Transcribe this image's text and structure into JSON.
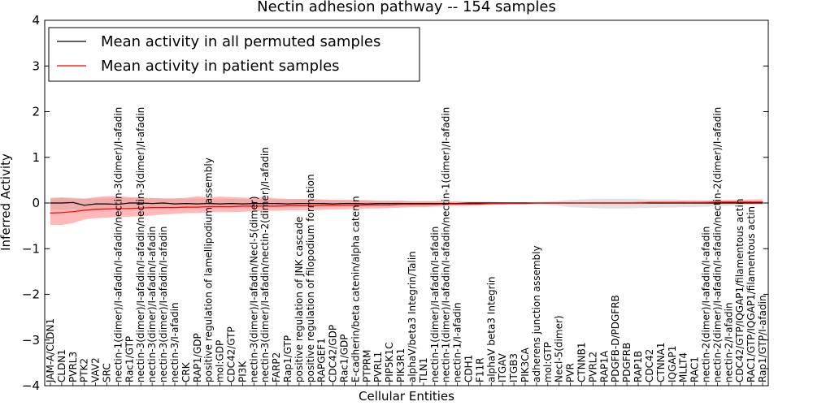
{
  "chart_data": {
    "type": "line",
    "title": "Nectin adhesion pathway -- 154 samples",
    "xlabel": "Cellular Entities",
    "ylabel": "Inferred Activity",
    "ylim": [
      -4,
      4
    ],
    "yticks": [
      -4,
      -3,
      -2,
      -1,
      0,
      1,
      2,
      3,
      4
    ],
    "grid": false,
    "legend_position": "top-left",
    "categories": [
      "JAM-A/CLDN1",
      "CLDN1",
      "PVRL3",
      "PTK2",
      "VAV2",
      "SRC",
      "nectin-1(dimer)/I-afadin/I-afadin/nectin-3(dimer)/I-afadin",
      "Rac1/GTP",
      "nectin-3(dimer)/I-afadin/I-afadin/nectin-3(dimer)/I-afadin",
      "nectin-3(dimer)/I-afadin/I-afadin",
      "nectin-3(dimer)/I-afadin/I-afadin",
      "nectin-3/I-afadin",
      "CRK",
      "RAP1/GDP",
      "positive regulation of lamellipodium assembly",
      "mol:GDP",
      "CDC42/GTP",
      "PI3K",
      "nectin-3(dimer)/I-afadin/Necl-5(dimer)",
      "nectin-3(dimer)/I-afadin/nectin-2(dimer)/I-afadin",
      "FARP2",
      "Rap1/GTP",
      "positive regulation of JNK cascade",
      "positive regulation of filopodium formation",
      "RAPGEF1",
      "CDC42/GDP",
      "Rac1/GDP",
      "E-cadherin/beta catenin/alpha catenin",
      "PTPRM",
      "PVRL1",
      "PIP5K1C",
      "PIK3R1",
      "alphaV/beta3 Integrin/Talin",
      "TLN1",
      "nectin-1(dimer)/I-afadin/I-afadin",
      "nectin-1(dimer)/I-afadin/I-afadin/nectin-1(dimer)/I-afadin",
      "nectin-1/I-afadin",
      "CDH1",
      "F11R",
      "alphaV beta3 Integrin",
      "ITGAV",
      "ITGB3",
      "PIK3CA",
      "adherens junction assembly",
      "mol:GTP",
      "Necl-5(dimer)",
      "PVR",
      "CTNNB1",
      "PVRL2",
      "RAP1A",
      "PDGFB-D/PDGFRB",
      "PDGFRB",
      "RAP1B",
      "CDC42",
      "CTNNA1",
      "IQGAP1",
      "MLLT4",
      "RAC1",
      "nectin-2(dimer)/I-afadin/I-afadin",
      "nectin-2(dimer)/I-afadin/I-afadin/nectin-2(dimer)/I-afadin",
      "nectin-2/I-afadin",
      "CDC42/GTP/IQGAP1/filamentous actin",
      "RAC1/GTP/IQGAP1/filamentous actin",
      "Rap1/GTP/I-afadin"
    ],
    "series": [
      {
        "name": "Mean activity in all permuted samples",
        "color": "#000000",
        "band_color": "#c8c8c8",
        "values": [
          0,
          0,
          0.01,
          -0.05,
          -0.02,
          -0.02,
          -0.03,
          0,
          0,
          -0.01,
          0,
          -0.02,
          -0.01,
          -0.02,
          -0.01,
          -0.02,
          -0.01,
          -0.02,
          -0.01,
          -0.01,
          -0.01,
          -0.02,
          -0.01,
          -0.01,
          -0.01,
          -0.02,
          -0.01,
          -0.01,
          -0.02,
          -0.01,
          -0.01,
          -0.01,
          -0.01,
          -0.01,
          -0.01,
          -0.01,
          -0.01,
          0,
          0,
          0,
          0,
          0,
          0,
          0,
          0,
          0,
          0,
          0,
          0,
          0,
          0,
          0,
          0,
          0,
          0,
          0,
          0,
          0,
          0,
          0,
          0,
          0,
          0,
          0
        ],
        "lower": [
          -0.15,
          -0.15,
          -0.13,
          -0.17,
          -0.16,
          -0.16,
          -0.16,
          -0.14,
          -0.13,
          -0.13,
          -0.12,
          -0.12,
          -0.12,
          -0.12,
          -0.11,
          -0.11,
          -0.11,
          -0.11,
          -0.1,
          -0.1,
          -0.1,
          -0.1,
          -0.1,
          -0.09,
          -0.09,
          -0.09,
          -0.08,
          -0.08,
          -0.08,
          -0.07,
          -0.07,
          -0.07,
          -0.06,
          -0.06,
          -0.06,
          -0.05,
          -0.05,
          -0.04,
          -0.04,
          -0.04,
          -0.03,
          -0.03,
          -0.03,
          -0.03,
          -0.04,
          -0.06,
          -0.09,
          -0.1,
          -0.11,
          -0.12,
          -0.12,
          -0.12,
          -0.11,
          -0.11,
          -0.1,
          -0.1,
          -0.09,
          -0.09,
          -0.08,
          -0.07,
          -0.06,
          -0.05,
          -0.04,
          -0.04
        ],
        "upper": [
          0.12,
          0.12,
          0.12,
          0.1,
          0.1,
          0.11,
          0.11,
          0.11,
          0.11,
          0.1,
          0.1,
          0.1,
          0.1,
          0.1,
          0.09,
          0.09,
          0.09,
          0.09,
          0.08,
          0.08,
          0.08,
          0.08,
          0.08,
          0.07,
          0.07,
          0.07,
          0.06,
          0.06,
          0.06,
          0.05,
          0.05,
          0.05,
          0.04,
          0.04,
          0.04,
          0.04,
          0.03,
          0.03,
          0.03,
          0.03,
          0.02,
          0.02,
          0.02,
          0.02,
          0.03,
          0.05,
          0.07,
          0.08,
          0.09,
          0.09,
          0.09,
          0.09,
          0.09,
          0.08,
          0.08,
          0.08,
          0.07,
          0.07,
          0.06,
          0.05,
          0.05,
          0.04,
          0.03,
          0.03
        ]
      },
      {
        "name": "Mean activity in patient samples",
        "color": "#ff0000",
        "band_color": "#ff8080",
        "values": [
          -0.22,
          -0.21,
          -0.19,
          -0.16,
          -0.14,
          -0.13,
          -0.12,
          -0.12,
          -0.11,
          -0.1,
          -0.1,
          -0.1,
          -0.09,
          -0.09,
          -0.08,
          -0.08,
          -0.08,
          -0.07,
          -0.07,
          -0.07,
          -0.07,
          -0.06,
          -0.06,
          -0.06,
          -0.05,
          -0.05,
          -0.05,
          -0.05,
          -0.04,
          -0.04,
          -0.04,
          -0.03,
          -0.03,
          -0.03,
          -0.03,
          -0.02,
          -0.02,
          -0.02,
          -0.02,
          -0.01,
          -0.01,
          -0.01,
          -0.01,
          0,
          0,
          0,
          0,
          0,
          0,
          0,
          0,
          0,
          0,
          0.01,
          0.01,
          0.01,
          0.01,
          0.01,
          0.01,
          0.02,
          0.02,
          0.02,
          0.02,
          0.02
        ],
        "lower": [
          -0.48,
          -0.48,
          -0.44,
          -0.36,
          -0.33,
          -0.32,
          -0.3,
          -0.3,
          -0.29,
          -0.27,
          -0.25,
          -0.24,
          -0.22,
          -0.22,
          -0.2,
          -0.2,
          -0.2,
          -0.19,
          -0.18,
          -0.17,
          -0.17,
          -0.16,
          -0.16,
          -0.16,
          -0.15,
          -0.14,
          -0.14,
          -0.13,
          -0.12,
          -0.12,
          -0.11,
          -0.1,
          -0.09,
          -0.09,
          -0.08,
          -0.07,
          -0.06,
          -0.06,
          -0.05,
          -0.04,
          -0.03,
          -0.02,
          -0.02,
          -0.01,
          -0.01,
          -0.01,
          -0.01,
          -0.01,
          -0.01,
          -0.01,
          -0.01,
          -0.01,
          -0.01,
          -0.01,
          -0.01,
          -0.01,
          -0.01,
          -0.01,
          -0.02,
          -0.02,
          -0.02,
          -0.02,
          -0.02,
          -0.02
        ],
        "upper": [
          0.1,
          0.12,
          0.1,
          0.09,
          0.13,
          0.15,
          0.15,
          0.13,
          0.12,
          0.11,
          0.1,
          0.1,
          0.11,
          0.15,
          0.12,
          0.14,
          0.13,
          0.12,
          0.11,
          0.13,
          0.1,
          0.09,
          0.09,
          0.09,
          0.08,
          0.07,
          0.07,
          0.07,
          0.06,
          0.05,
          0.05,
          0.05,
          0.04,
          0.04,
          0.04,
          0.03,
          0.03,
          0.02,
          0.02,
          0.02,
          0.01,
          0.01,
          0.01,
          0.01,
          0.01,
          0.01,
          0.01,
          0.01,
          0.02,
          0.02,
          0.02,
          0.02,
          0.03,
          0.03,
          0.03,
          0.03,
          0.04,
          0.04,
          0.05,
          0.06,
          0.07,
          0.07,
          0.08,
          0.08
        ]
      }
    ]
  }
}
